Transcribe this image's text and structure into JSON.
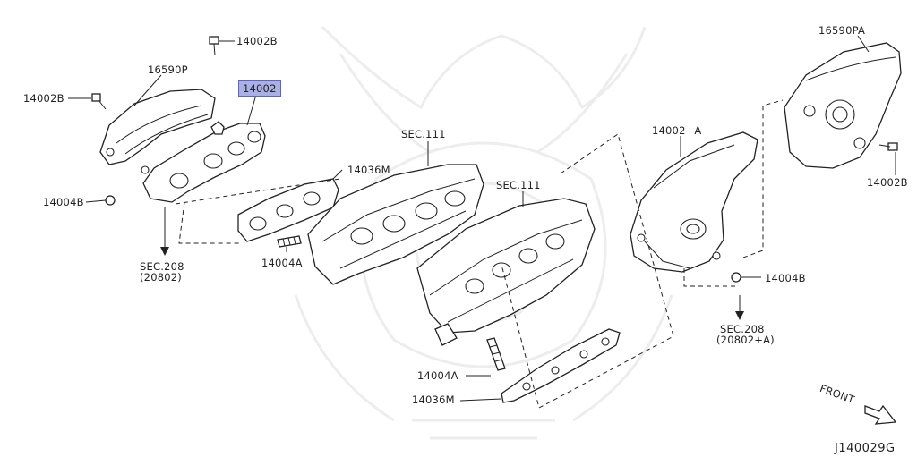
{
  "diagram": {
    "callouts": {
      "top_left_bolt": "14002B",
      "left_bolt": "14002B",
      "left_cover": "16590P",
      "left_manifold_selected": "14002",
      "left_gasket_upper": "14036M",
      "left_nut": "14004B",
      "left_stud": "14004A",
      "left_sec_ref": "SEC.208",
      "left_sec_ref_sub": "(20802)",
      "head_left_sec": "SEC.111",
      "head_right_sec": "SEC.111",
      "right_cover": "16590PA",
      "right_manifold": "14002+A",
      "right_bolt": "14002B",
      "right_nut": "14004B",
      "right_sec_ref": "SEC.208",
      "right_sec_ref_sub": "(20802+A)",
      "lower_stud": "14004A",
      "lower_gasket": "14036M"
    },
    "front_label": "FRONT",
    "diagram_code": "J140029G",
    "selected_color": "#aab0e6"
  }
}
